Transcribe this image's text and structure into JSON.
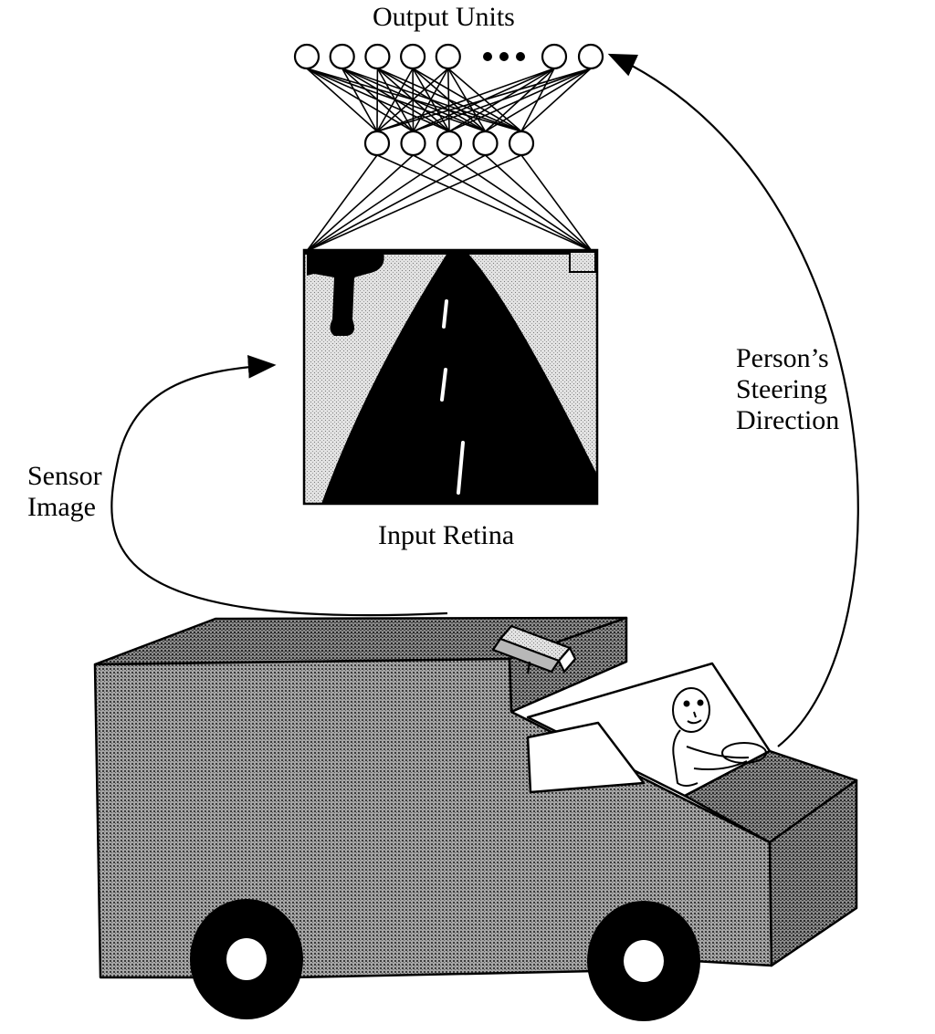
{
  "labels": {
    "output_units": "Output Units",
    "input_retina": "Input Retina",
    "sensor_image": [
      "Sensor",
      "Image"
    ],
    "steering_direction": [
      "Person’s",
      "Steering",
      "Direction"
    ]
  },
  "network": {
    "output_unit_count_left": 5,
    "output_unit_count_right": 2,
    "hidden_unit_count": 5
  },
  "colors": {
    "ink": "#000000",
    "paper": "#ffffff",
    "grass": "#d2d2d2",
    "truck_fill": "#8c8c8c"
  },
  "icons": {
    "ellipsis": "ellipsis-icon",
    "camera": "camera-icon",
    "driver": "driver-icon"
  }
}
